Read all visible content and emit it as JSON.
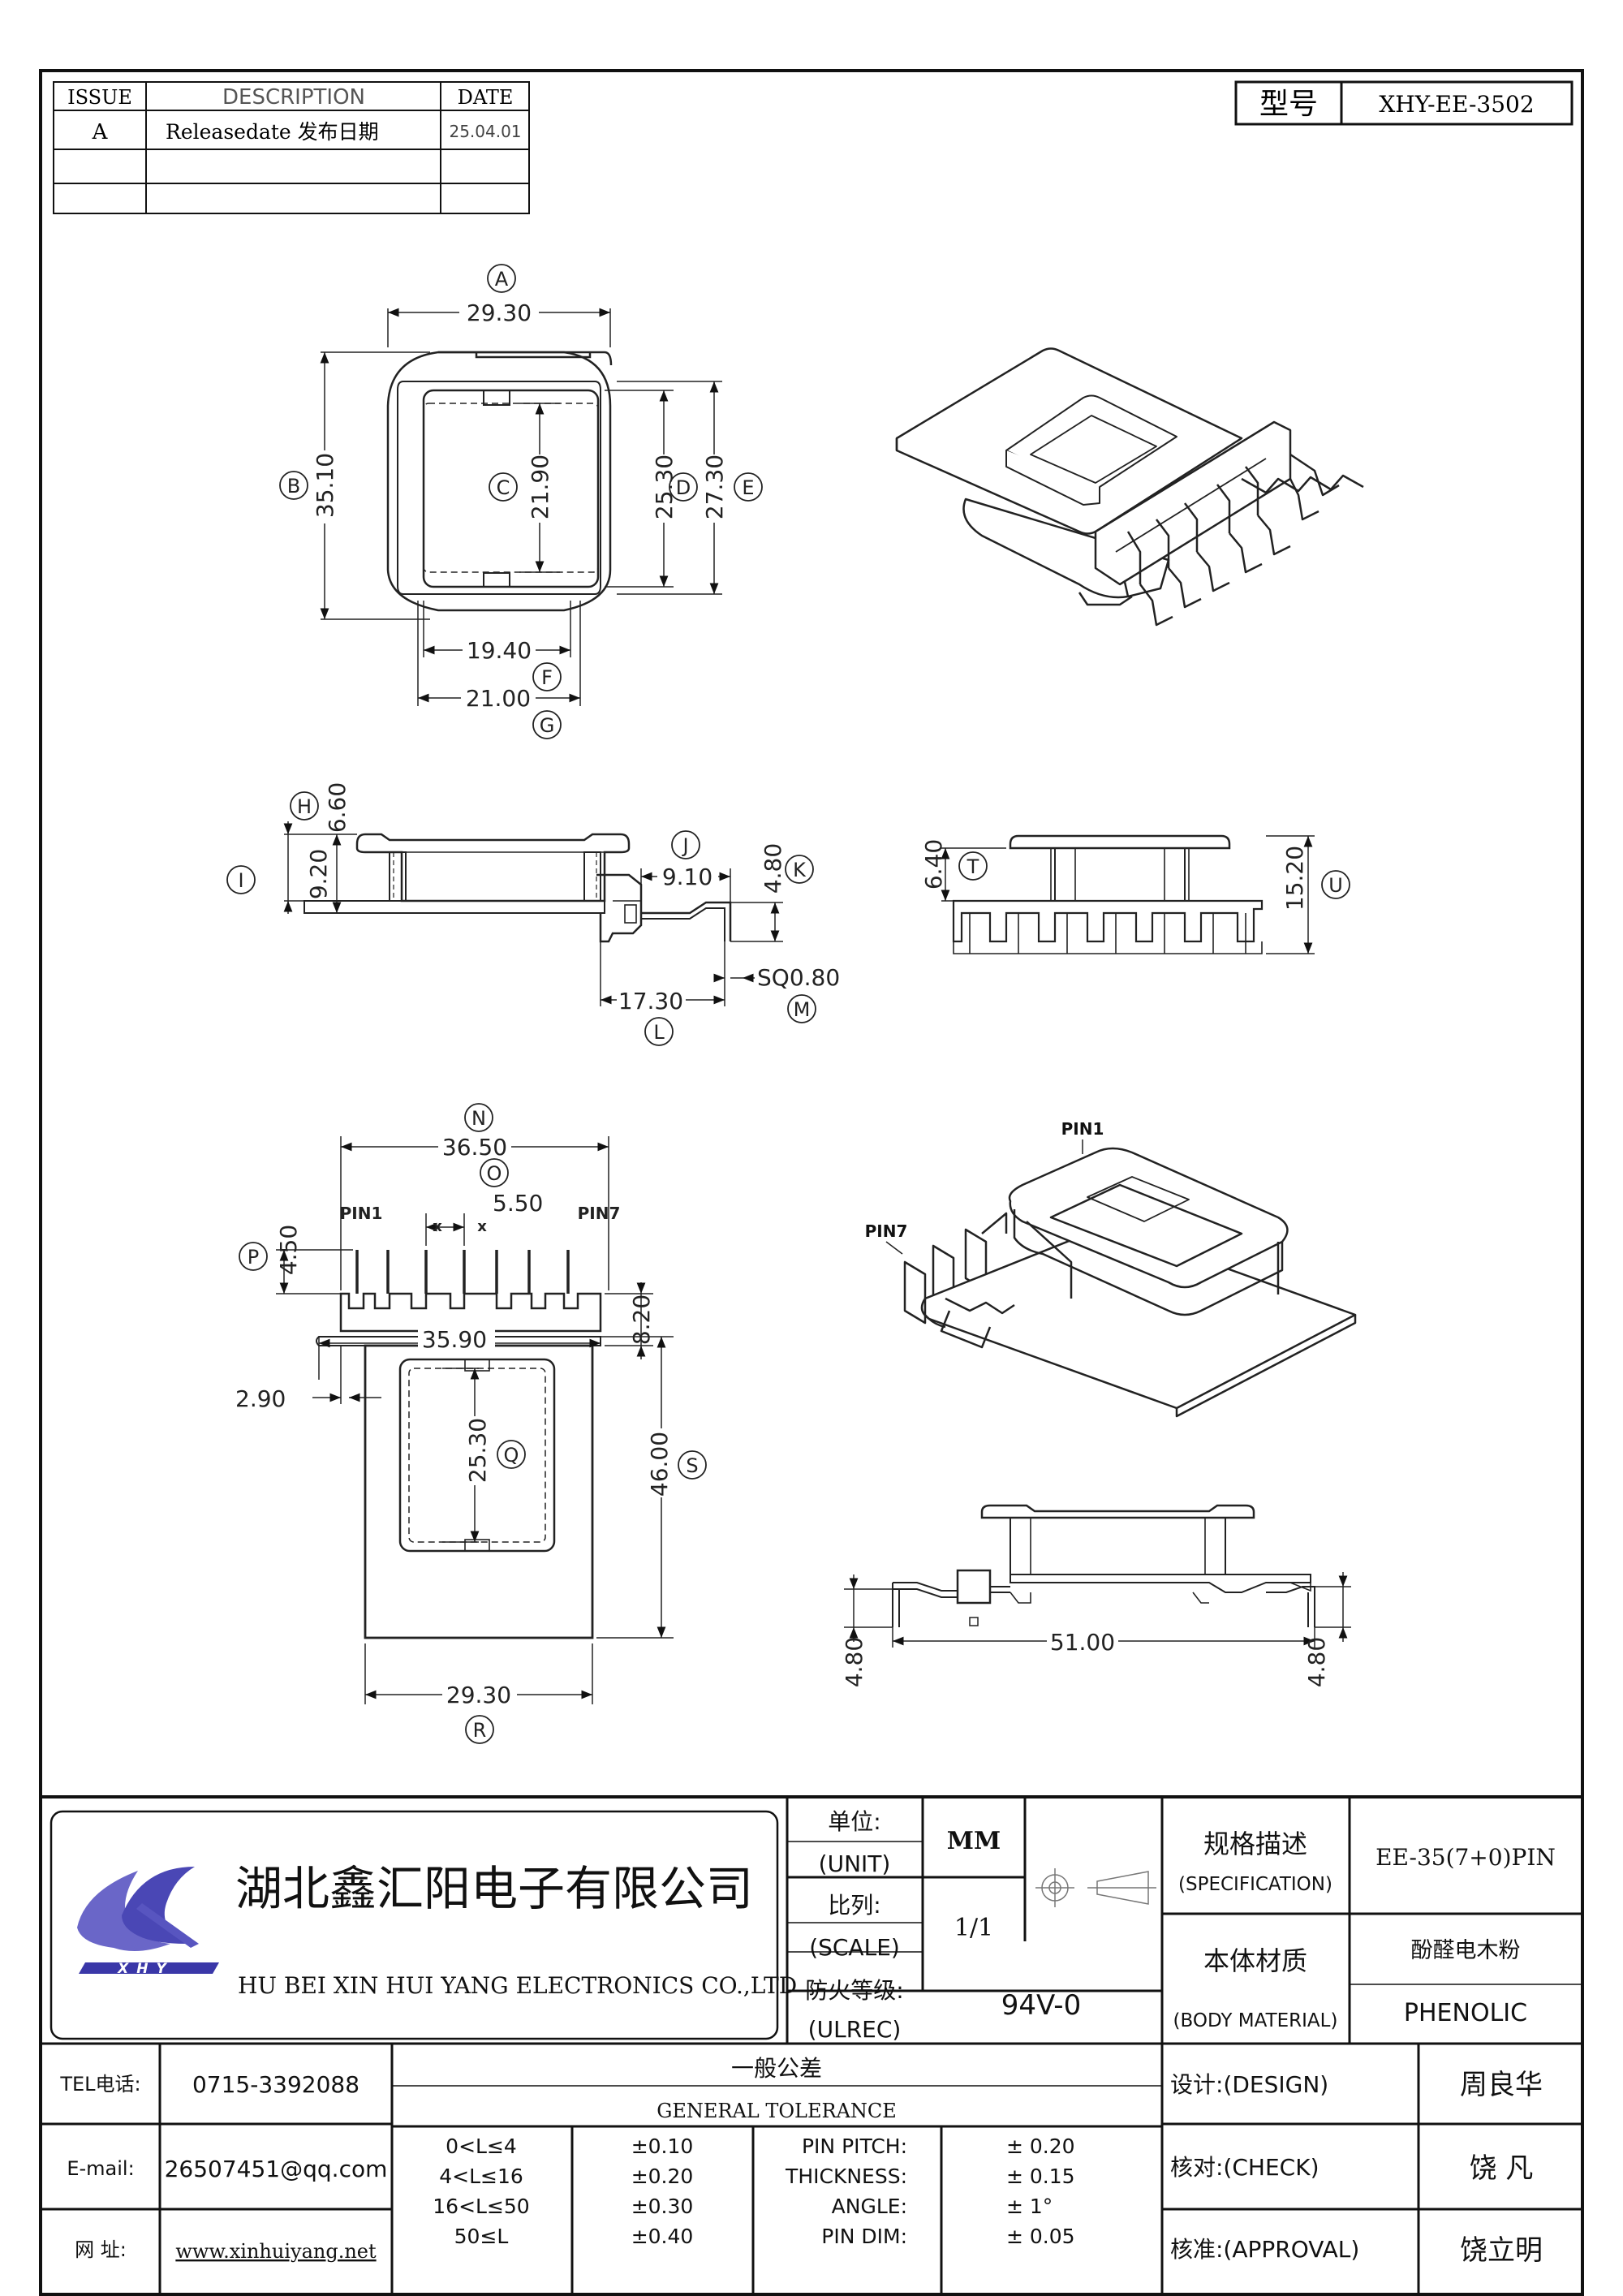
{
  "revision_table": {
    "headers": [
      "ISSUE",
      "DESCRIPTION",
      "DATE"
    ],
    "rows": [
      {
        "issue": "A",
        "description": "Releasedate 发布日期",
        "date": "25.04.01"
      }
    ]
  },
  "model_box": {
    "label": "型号",
    "value": "XHY-EE-3502"
  },
  "top_view": {
    "dims": {
      "a": "29.30",
      "b": "35.10",
      "c": "21.90",
      "d": "25.30",
      "e": "27.30",
      "f": "19.40",
      "g": "21.00"
    },
    "letters": {
      "a": "A",
      "b": "B",
      "c": "C",
      "d": "D",
      "e": "E",
      "f": "F",
      "g": "G"
    }
  },
  "side_view": {
    "dims": {
      "h": "6.60",
      "i": "9.20",
      "j": "9.10",
      "k": "4.80",
      "l": "17.30",
      "m": "SQ0.80"
    },
    "letters": {
      "h": "H",
      "i": "I",
      "j": "J",
      "k": "K",
      "l": "L",
      "m": "M"
    }
  },
  "front_view": {
    "dims": {
      "t": "6.40",
      "u": "15.20"
    },
    "letters": {
      "t": "T",
      "u": "U"
    }
  },
  "bottom_view": {
    "dims": {
      "n": "36.50",
      "o": "5.50",
      "p": "4.50",
      "w": "35.90",
      "h2": "8.20",
      "x": "2.90",
      "q": "25.30",
      "s": "46.00",
      "r": "29.30"
    },
    "letters": {
      "n": "N",
      "o": "O",
      "p": "P",
      "q": "Q",
      "r": "R",
      "s": "S"
    },
    "pin_labels": {
      "pin1": "PIN1",
      "pin7": "PIN7"
    },
    "omit_marks": [
      "x",
      "x"
    ]
  },
  "iso_view_2": {
    "pin1": "PIN1",
    "pin7": "PIN7"
  },
  "side_view_2": {
    "dims": {
      "left": "4.80",
      "span": "51.00",
      "right": "4.80"
    }
  },
  "title_block": {
    "company_cn": "湖北鑫汇阳电子有限公司",
    "company_en": "HU BEI XIN HUI YANG ELECTRONICS CO.,LTD",
    "logo_text": "XHY",
    "unit_label_cn": "单位:",
    "unit_label_en": "(UNIT)",
    "unit_value": "MM",
    "scale_label_cn": "比列:",
    "scale_label_en": "(SCALE)",
    "scale_value": "1/1",
    "flame_label_cn": "防火等级:",
    "flame_label_en": "(ULREC)",
    "flame_value": "94V-0",
    "spec_label_cn": "规格描述",
    "spec_label_en": "(SPECIFICATION)",
    "spec_value": "EE-35(7+0)PIN",
    "material_label_cn": "本体材质",
    "material_label_en": "(BODY MATERIAL)",
    "material_value_cn": "酚醛电木粉",
    "material_value_en": "PHENOLIC",
    "tel_label": "TEL电话:",
    "tel_value": "0715-3392088",
    "email_label": "E-mail:",
    "email_value": "26507451@qq.com",
    "web_label": "网  址:",
    "web_value": "www.xinhuiyang.net",
    "tol_title_cn": "一般公差",
    "tol_title_en": "GENERAL TOLERANCE",
    "tol_ranges": [
      {
        "range": "0<L≤4",
        "tol": "±0.10"
      },
      {
        "range": "4<L≤16",
        "tol": "±0.20"
      },
      {
        "range": "16<L≤50",
        "tol": "±0.30"
      },
      {
        "range": "50≤L",
        "tol": "±0.40"
      }
    ],
    "tol_extra": [
      {
        "name": "PIN PITCH:",
        "tol": "±  0.20"
      },
      {
        "name": "THICKNESS:",
        "tol": "±  0.15"
      },
      {
        "name": "ANGLE:",
        "tol": "±  1°"
      },
      {
        "name": "PIN DIM:",
        "tol": "±  0.05"
      }
    ],
    "design_label": "设计:(DESIGN)",
    "design_value": "周良华",
    "check_label": "核对:(CHECK)",
    "check_value": "饶  凡",
    "approval_label": "核准:(APPROVAL)",
    "approval_value": "饶立明"
  }
}
